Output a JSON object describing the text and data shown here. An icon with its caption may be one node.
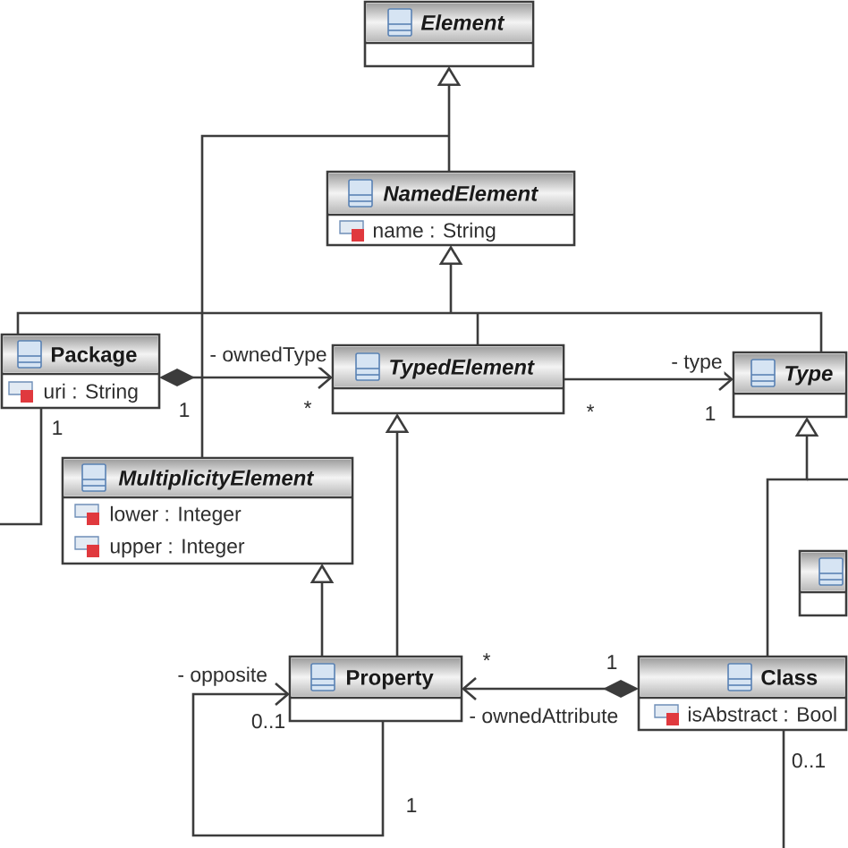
{
  "diagram": {
    "nodes": [
      {
        "text": [
          "Element"
        ]
      },
      {
        "text": [
          "NamedElement",
          "name : String"
        ]
      },
      {
        "text": [
          "Package",
          "uri : String"
        ]
      },
      {
        "text": [
          "TypedElement"
        ]
      },
      {
        "text": [
          "Type"
        ]
      },
      {
        "text": [
          "MultiplicityElement",
          "lower : Integer",
          "upper : Integer"
        ]
      },
      {
        "text": [],
        "shape": "box"
      },
      {
        "text": [
          "Property"
        ]
      },
      {
        "text": [
          "Class",
          "isAbstract : Bool"
        ]
      }
    ],
    "edges": [
      {
        "from": 1,
        "to": 0,
        "arrow": "to"
      },
      {
        "from": 5,
        "to": 0,
        "arrow": "to"
      },
      {
        "from": 2,
        "to": 1,
        "arrow": "to"
      },
      {
        "from": 3,
        "to": 1,
        "arrow": "to"
      },
      {
        "from": 4,
        "to": 1,
        "arrow": "to"
      },
      {
        "from": 2,
        "to": 3,
        "arrow": "to",
        "label": "- ownedType"
      },
      {
        "from": 2,
        "to": null,
        "arrow": "none"
      },
      {
        "from": 3,
        "to": 4,
        "arrow": "to",
        "label": "- type"
      },
      {
        "from": 7,
        "to": 5,
        "arrow": "to"
      },
      {
        "from": 7,
        "to": 3,
        "arrow": "to"
      },
      {
        "from": 7,
        "to": 7,
        "arrow": "to",
        "label": "- opposite"
      },
      {
        "from": 8,
        "to": 7,
        "arrow": "to",
        "label": "- ownedAttribute"
      },
      {
        "from": 8,
        "to": 4,
        "arrow": "to"
      },
      {
        "from": 8,
        "to": null,
        "arrow": "none"
      }
    ],
    "labels": [
      "1",
      "1",
      "*",
      "*",
      "1",
      "*",
      "1",
      "0..1",
      "0..1",
      "1"
    ]
  }
}
